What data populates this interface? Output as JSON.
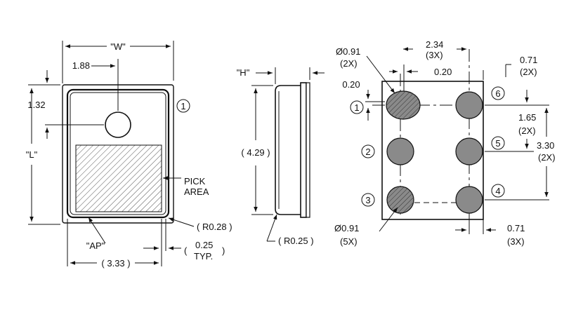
{
  "top_view": {
    "width_label": "\"W\"",
    "length_label": "\"L\"",
    "hole_x_offset": "1.88",
    "hole_y_offset": "1.32",
    "callout_1": "1",
    "pick_area_line1": "PICK",
    "pick_area_line2": "AREA",
    "corner_radius": "( R0.28 )",
    "ap_label": "\"AP\"",
    "ap_width": "( 3.33 )",
    "wall_line1": "0.25",
    "wall_line2": "TYP."
  },
  "side_view": {
    "height_label": "\"H\"",
    "length_dim": "( 4.29 )",
    "corner_radius": "( R0.25 )"
  },
  "bottom_view": {
    "pad_diameter_top_line1": "Ø0.91",
    "pad_diameter_top_line2": "(2X)",
    "pitch_x_line1": "2.34",
    "pitch_x_line2": "(3X)",
    "pin1_offset_x": "0.20",
    "pin1_offset_y": "0.20",
    "edge_top_line1": "0.71",
    "edge_top_line2": "(2X)",
    "pitch_y_line1": "1.65",
    "pitch_y_line2": "(2X)",
    "span_y_line1": "3.30",
    "span_y_line2": "(2X)",
    "pad_diameter_bottom_line1": "Ø0.91",
    "pad_diameter_bottom_line2": "(5X)",
    "edge_bottom_line1": "0.71",
    "edge_bottom_line2": "(3X)",
    "pins": [
      "1",
      "2",
      "3",
      "4",
      "5",
      "6"
    ],
    "pin1_left_callout": "1"
  }
}
